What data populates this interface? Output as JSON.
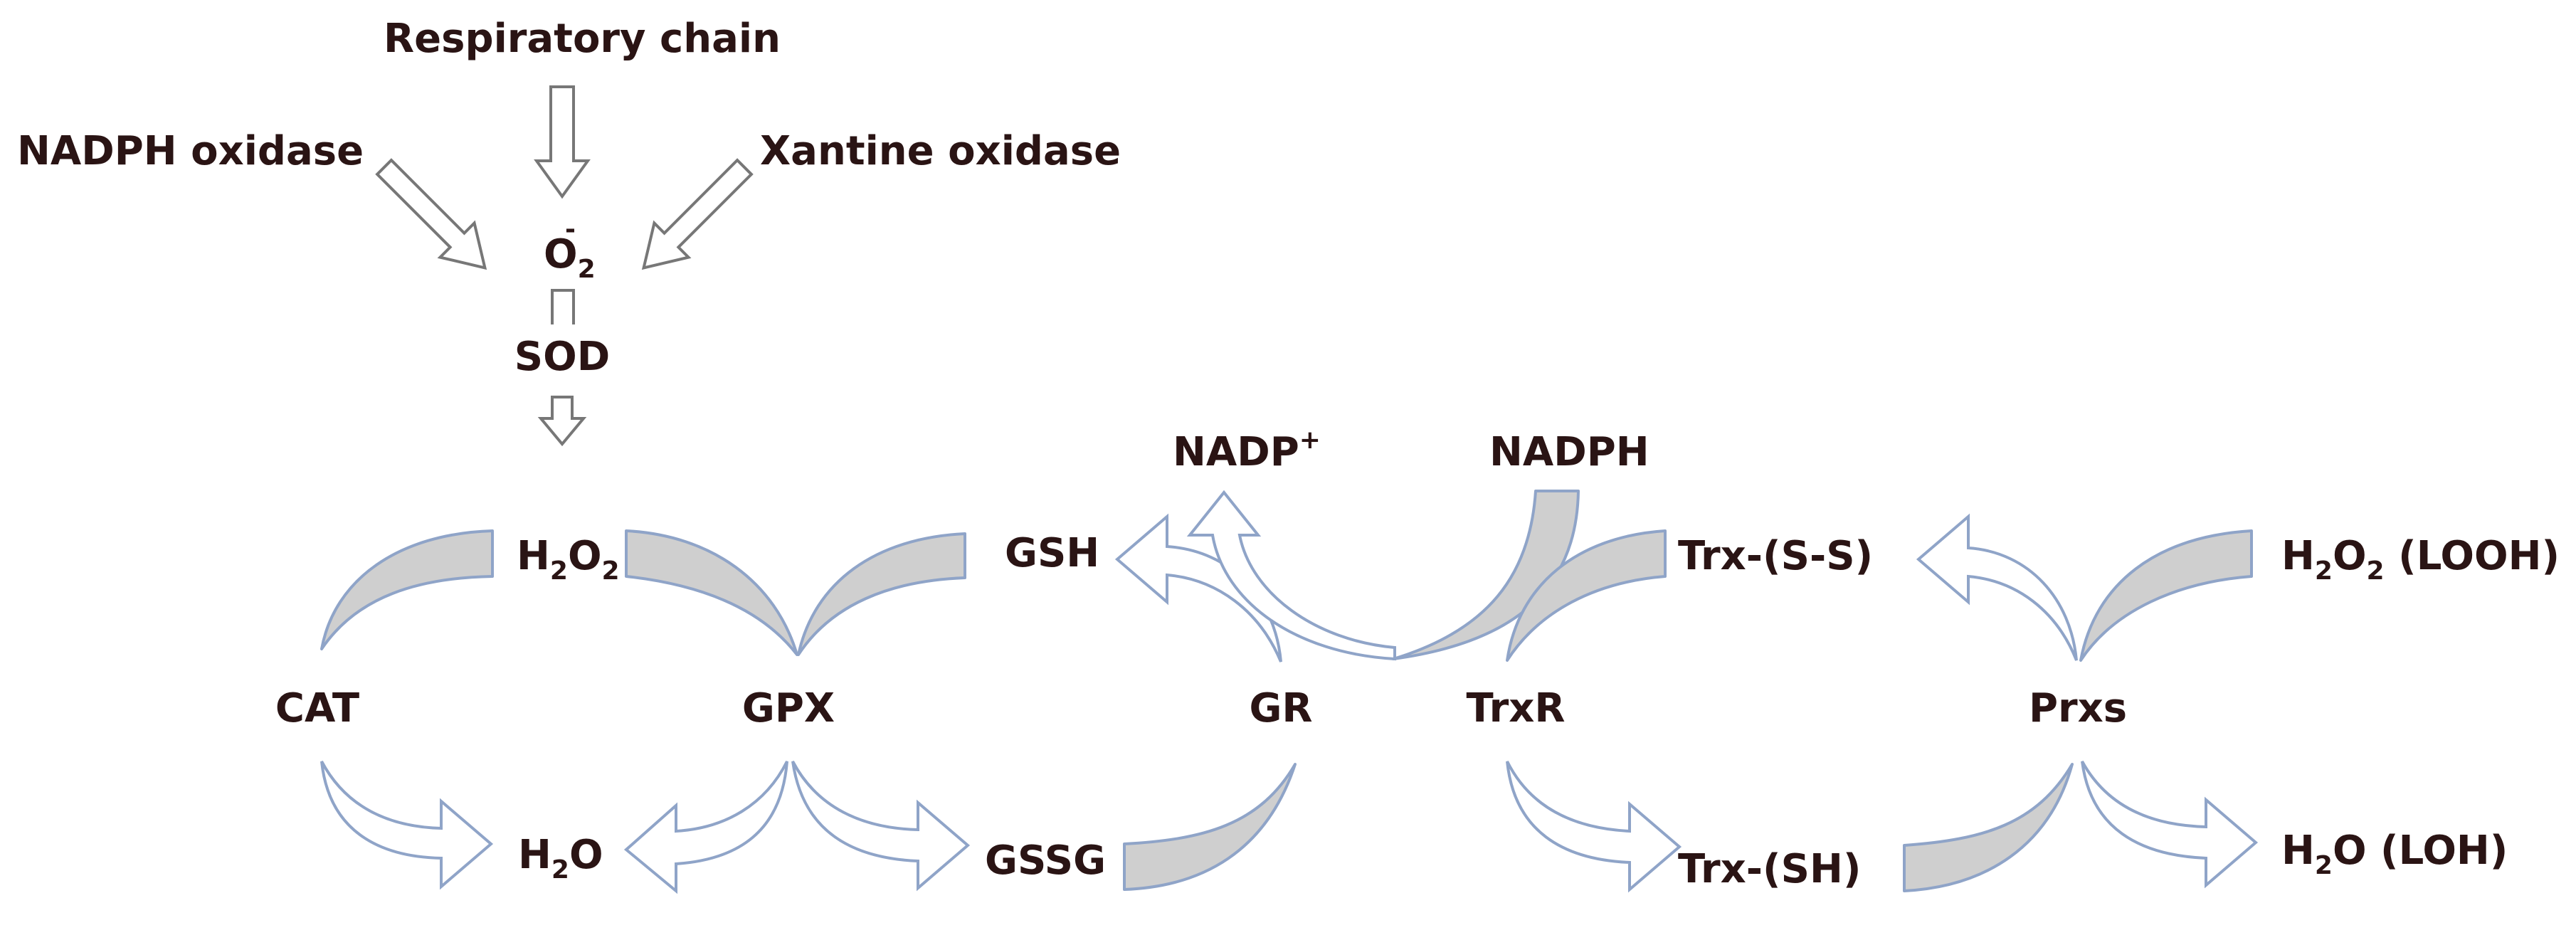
{
  "sources": {
    "respiratory_chain": "Respiratory chain",
    "nadph_oxidase": "NADPH oxidase",
    "xantine_oxidase": "Xantine oxidase"
  },
  "superoxide": {
    "base": "O",
    "subscript": "2",
    "superscript": "-"
  },
  "sod": "SOD",
  "h2o2_center": {
    "p1": "H",
    "s1": "2",
    "p2": "O",
    "s2": "2"
  },
  "enzymes": {
    "cat": "CAT",
    "gpx": "GPX",
    "gr": "GR",
    "trxr": "TrxR",
    "prxs": "Prxs"
  },
  "water_left": {
    "p1": "H",
    "s1": "2",
    "p2": "O"
  },
  "gsh": "GSH",
  "gssg": "GSSG",
  "nadp_plus": {
    "base": "NADP",
    "superscript": "+"
  },
  "nadph": "NADPH",
  "trx_ss": "Trx-(S-S)",
  "trx_sh": "Trx-(SH)",
  "h2o2_looh": {
    "p1": "H",
    "s1": "2",
    "p2": "O",
    "s2": "2",
    "rest": " (LOOH)"
  },
  "h2o_loh": {
    "p1": "H",
    "s1": "2",
    "p2": "O (LOH)"
  },
  "colors": {
    "text": "#2a1414",
    "gray_arrow_outline": "#777777",
    "blue_arrow_outline": "#8fa4c8",
    "band_fill": "#cfcfcf"
  }
}
